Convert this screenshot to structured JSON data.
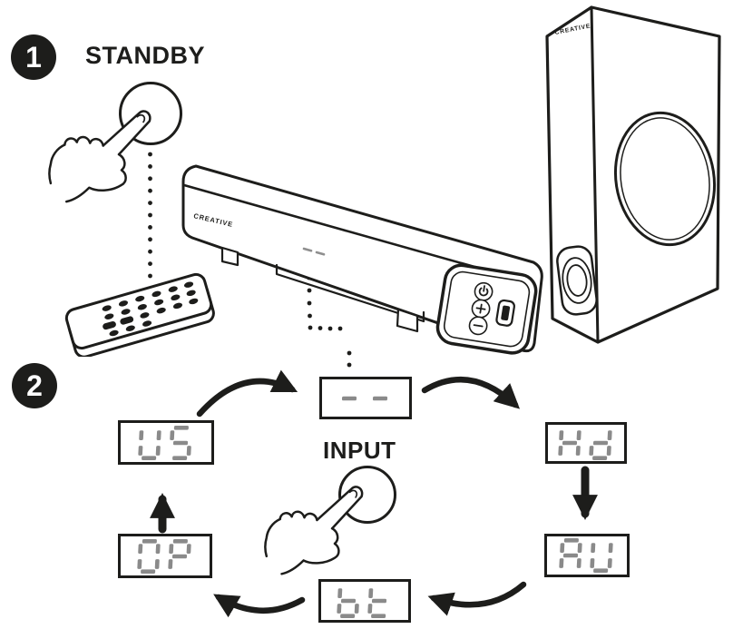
{
  "background_color": "#ffffff",
  "ink_color": "#1d1d1b",
  "segment_color": "#8a8a8a",
  "step1": {
    "number": "1",
    "title": "STANDBY"
  },
  "step2": {
    "number": "2",
    "title": "INPUT"
  },
  "soundbar": {
    "brand": "CREATIVE",
    "front_display": "- -",
    "panel_icons": [
      "power",
      "volume-plus",
      "volume-minus",
      "usb-port"
    ]
  },
  "subwoofer": {
    "brand": "CREATIVE"
  },
  "input_cycle": {
    "states": [
      "--",
      "Hd",
      "AU",
      "bt",
      "OP",
      "US"
    ]
  }
}
